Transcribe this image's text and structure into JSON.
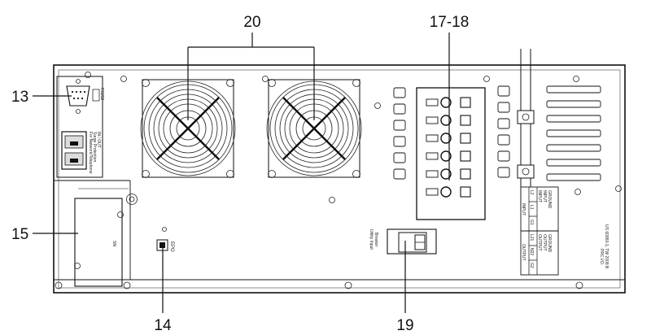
{
  "callouts": {
    "fans": "20",
    "terminal_block": "17-18",
    "serial_port": "13",
    "slot_cover": "15",
    "epo": "14",
    "utility_breaker": "19"
  },
  "labels": {
    "rs232": "RS232",
    "network_lines": [
      "For Network/Telephone",
      "Surge Protection",
      "IN / OUT"
    ],
    "sn": "SN",
    "epo": "EPO",
    "utility_breaker_lines": [
      "Utility Input",
      "Breaker"
    ],
    "terminal_table": {
      "input_header": "INPUT",
      "output_header": "OUTPUT",
      "input_cols": [
        "L2",
        "L1",
        "G1"
      ],
      "output_cols": [
        "L21",
        "N22",
        "G2"
      ],
      "input_desc": [
        "INPUT",
        "INPUT",
        "GROUND"
      ],
      "output_desc": [
        "OUTPUT",
        "OUTPUT",
        "GROUND"
      ]
    },
    "rating_lines": [
      "PRC I/O:",
      "US 60950-1, TW 2008 B"
    ]
  },
  "colors": {
    "stroke": "#111111",
    "chassis": "#ffffff",
    "background": "#ffffff"
  }
}
